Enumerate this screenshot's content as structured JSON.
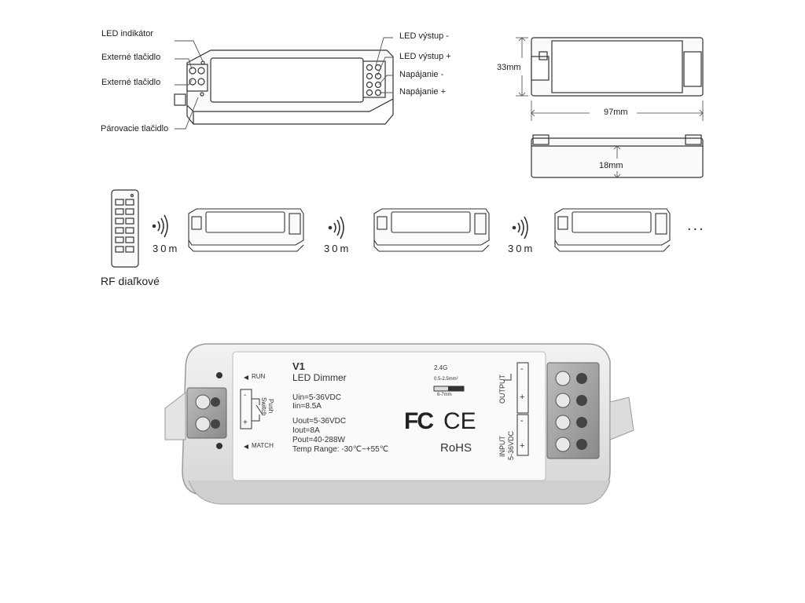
{
  "callouts": {
    "led_indicator": "LED indikátor",
    "external_button_1": "Externé tlačidlo",
    "external_button_2": "Externé tlačidlo",
    "pairing_button": "Párovacie tlačidlo",
    "led_output_minus": "LED výstup -",
    "led_output_plus": "LED výstup +",
    "power_minus": "Napájanie -",
    "power_plus": "Napájanie +"
  },
  "dimensions": {
    "height": "33mm",
    "length": "97mm",
    "depth": "18mm"
  },
  "chain": {
    "remote_label": "RF diaľkové",
    "distance_1": "30m",
    "distance_2": "30m",
    "distance_3": "30m",
    "more": "..."
  },
  "product_label": {
    "model": "V1",
    "name": "LED Dimmer",
    "run": "RUN",
    "match": "MATCH",
    "switch": "Switch",
    "push": "Push",
    "uin": "Uin=5-36VDC",
    "iin": "Iin=8.5A",
    "uout": "Uout=5-36VDC",
    "iout": "Iout=8A",
    "pout": "Pout=40-288W",
    "temp": "Temp Range: -30℃~+55℃",
    "freq": "2.4G",
    "wire_gauge": "0.5-2.5mm²",
    "strip_length": "6-7mm",
    "fcc": "FC",
    "ce": "CE",
    "rohs": "RoHS",
    "output": "OUTPUT",
    "input": "INPUT",
    "input_voltage": "5-36VDC",
    "minus": "-",
    "plus": "+"
  }
}
